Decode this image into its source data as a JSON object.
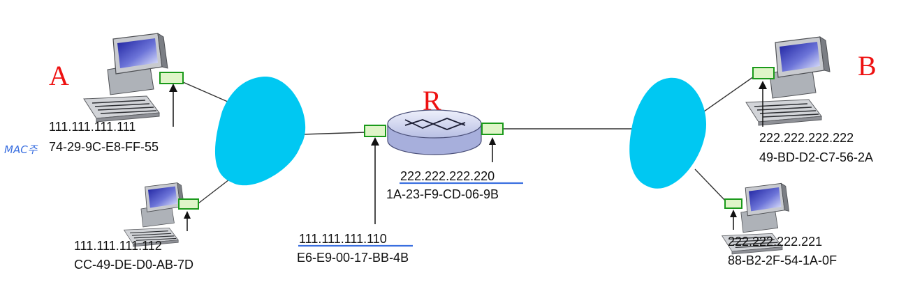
{
  "colors": {
    "cloud": "#00c8f2",
    "node_label": "#ee1111",
    "adapter": "#1a9a1a",
    "adapter_fill": "#dff5c8",
    "underline": "#3a6fe0",
    "handwriting": "#3a6fe0"
  },
  "nodes": {
    "host_a": {
      "name": "A",
      "ip": "111.111.111.111",
      "mac": "74-29-9C-E8-FF-55",
      "icon": "desktop-computer-icon"
    },
    "host_a2": {
      "ip": "111.111.111.112",
      "mac": "CC-49-DE-D0-AB-7D",
      "icon": "desktop-computer-icon"
    },
    "router": {
      "name": "R",
      "icon": "router-icon",
      "left_if": {
        "ip": "111.111.111.110",
        "mac": "E6-E9-00-17-BB-4B"
      },
      "right_if": {
        "ip": "222.222.222.220",
        "mac": "1A-23-F9-CD-06-9B"
      }
    },
    "host_b": {
      "name": "B",
      "ip": "222.222.222.222",
      "mac": "49-BD-D2-C7-56-2A",
      "icon": "desktop-computer-icon"
    },
    "host_b2": {
      "ip": "222.222.222.221",
      "mac": "88-B2-2F-54-1A-0F",
      "icon": "desktop-computer-icon"
    }
  },
  "annotation": {
    "handwritten": "MAC주"
  }
}
